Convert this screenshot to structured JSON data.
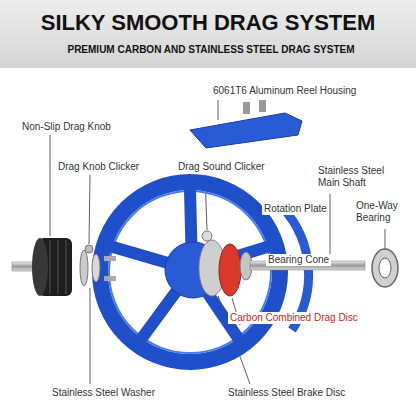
{
  "diagram": {
    "title": "SILKY SMOOTH DRAG SYSTEM",
    "labels": [
      "PREMIUM CARBON AND STAINLESS STEEL DRAG SYSTEM",
      "6061T6 Aluminum Reel Housing",
      "Non-Slip Drag Knob",
      "Drag Knob Clicker",
      "Drag Sound Clicker",
      "Stainless Steel Main Shaft",
      "One-Way Bearing",
      "Rotation Plate",
      "Bearing Cone",
      "Carbon Combined Drag Disc",
      "Stainless Steel Washer",
      "Stainless Steel Brake Disc"
    ]
  }
}
